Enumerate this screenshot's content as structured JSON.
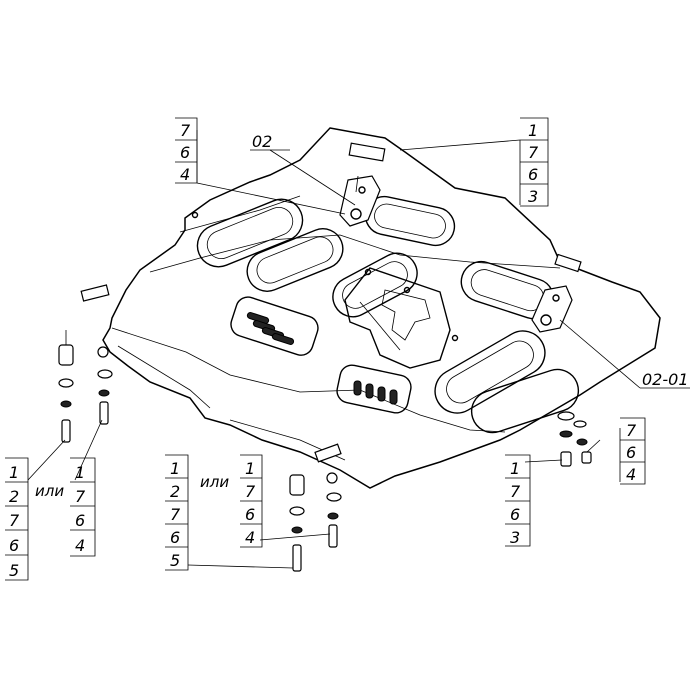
{
  "callouts": {
    "top_left": [
      "7",
      "6",
      "4"
    ],
    "top_right": [
      "1",
      "7",
      "6",
      "3"
    ],
    "part_02": "02",
    "part_02_01": "02-01",
    "right_small": [
      "7",
      "6",
      "4"
    ],
    "right_stack": [
      "1",
      "7",
      "6",
      "3"
    ],
    "left_a": [
      "1",
      "2",
      "7",
      "6",
      "5"
    ],
    "left_b": [
      "1",
      "7",
      "6",
      "4"
    ],
    "mid_a": [
      "1",
      "2",
      "7",
      "6",
      "5"
    ],
    "mid_b": [
      "1",
      "7",
      "6",
      "4"
    ],
    "or_word": "или"
  }
}
